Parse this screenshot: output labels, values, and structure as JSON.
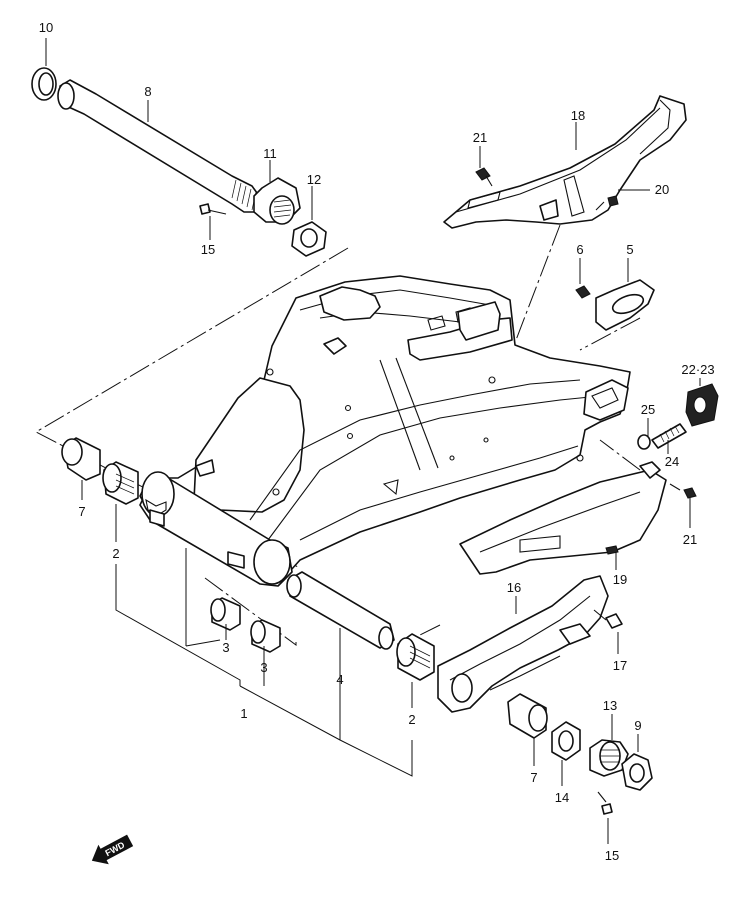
{
  "callouts": [
    {
      "id": "c10",
      "label": "10"
    },
    {
      "id": "c8",
      "label": "8"
    },
    {
      "id": "c11",
      "label": "11"
    },
    {
      "id": "c12",
      "label": "12"
    },
    {
      "id": "c15a",
      "label": "15"
    },
    {
      "id": "c21a",
      "label": "21"
    },
    {
      "id": "c18",
      "label": "18"
    },
    {
      "id": "c20",
      "label": "20"
    },
    {
      "id": "c6",
      "label": "6"
    },
    {
      "id": "c5",
      "label": "5"
    },
    {
      "id": "c22_23",
      "label": "22·23"
    },
    {
      "id": "c25",
      "label": "25"
    },
    {
      "id": "c24",
      "label": "24"
    },
    {
      "id": "c21b",
      "label": "21"
    },
    {
      "id": "c19",
      "label": "19"
    },
    {
      "id": "c7a",
      "label": "7"
    },
    {
      "id": "c2a",
      "label": "2"
    },
    {
      "id": "c3a",
      "label": "3"
    },
    {
      "id": "c3b",
      "label": "3"
    },
    {
      "id": "c4",
      "label": "4"
    },
    {
      "id": "c1",
      "label": "1"
    },
    {
      "id": "c2b",
      "label": "2"
    },
    {
      "id": "c16",
      "label": "16"
    },
    {
      "id": "c17",
      "label": "17"
    },
    {
      "id": "c13",
      "label": "13"
    },
    {
      "id": "c9",
      "label": "9"
    },
    {
      "id": "c7b",
      "label": "7"
    },
    {
      "id": "c14",
      "label": "14"
    },
    {
      "id": "c15b",
      "label": "15"
    }
  ],
  "fwd_marker": {
    "label": "FWD",
    "icon": "fwd-arrow-icon"
  }
}
